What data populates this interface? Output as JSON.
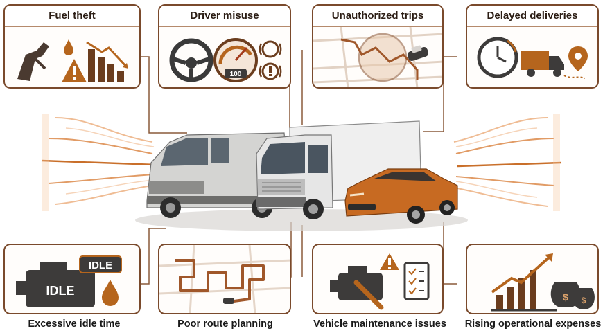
{
  "top_cards": [
    {
      "title": "Fuel theft"
    },
    {
      "title": "Driver misuse",
      "gauge_value": "100"
    },
    {
      "title": "Unauthorized trips"
    },
    {
      "title": "Delayed deliveries"
    }
  ],
  "bottom_cards": [
    {
      "caption": "Excessive idle time",
      "badge_primary": "IDLE",
      "badge_secondary": "IDLE"
    },
    {
      "caption": "Poor route planning"
    },
    {
      "caption": "Vehicle maintenance issues"
    },
    {
      "caption": "Rising operational expenses"
    }
  ],
  "colors": {
    "accent": "#b5651d",
    "border": "#7a4a2c",
    "dark": "#3d3b3a",
    "car_orange": "#c76a22"
  }
}
